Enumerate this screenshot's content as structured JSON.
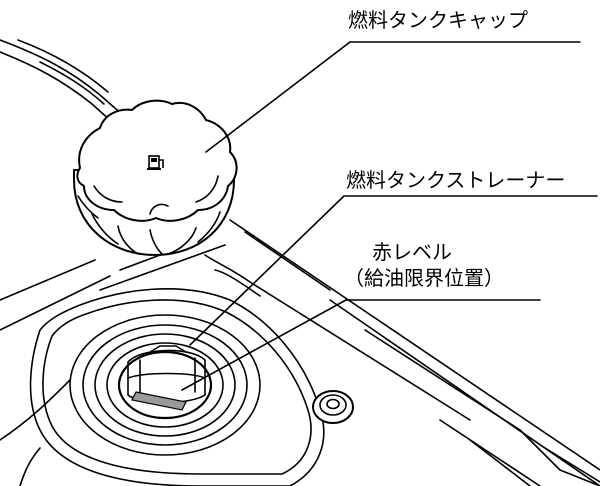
{
  "labels": {
    "fuel_tank_cap": "燃料タンクキャップ",
    "fuel_tank_strainer": "燃料タンクストレーナー",
    "red_level_line1": "赤レベル",
    "red_level_line2": "（給油限界位置）"
  },
  "icons": {
    "cap_symbol": "fuel-pump-icon"
  },
  "colors": {
    "line": "#000000",
    "red_level_band": "#9a9a9a",
    "background": "#ffffff"
  }
}
